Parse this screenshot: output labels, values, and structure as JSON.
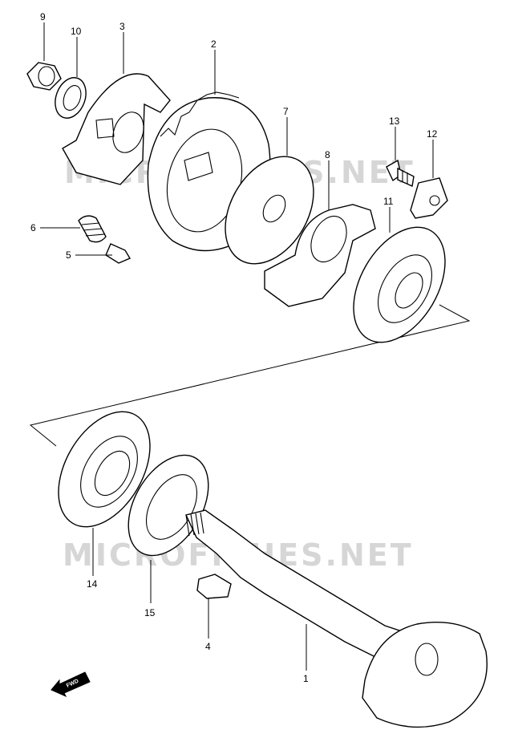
{
  "watermark": {
    "text": "MICROFICHES.NET"
  },
  "callouts": [
    {
      "id": "9",
      "label": "9"
    },
    {
      "id": "10",
      "label": "10"
    },
    {
      "id": "3",
      "label": "3"
    },
    {
      "id": "2",
      "label": "2"
    },
    {
      "id": "7",
      "label": "7"
    },
    {
      "id": "13",
      "label": "13"
    },
    {
      "id": "12",
      "label": "12"
    },
    {
      "id": "8",
      "label": "8"
    },
    {
      "id": "11",
      "label": "11"
    },
    {
      "id": "6",
      "label": "6"
    },
    {
      "id": "5",
      "label": "5"
    },
    {
      "id": "14",
      "label": "14"
    },
    {
      "id": "15",
      "label": "15"
    },
    {
      "id": "4",
      "label": "4"
    },
    {
      "id": "1",
      "label": "1"
    }
  ],
  "fwd_badge": {
    "text": "FWD"
  }
}
